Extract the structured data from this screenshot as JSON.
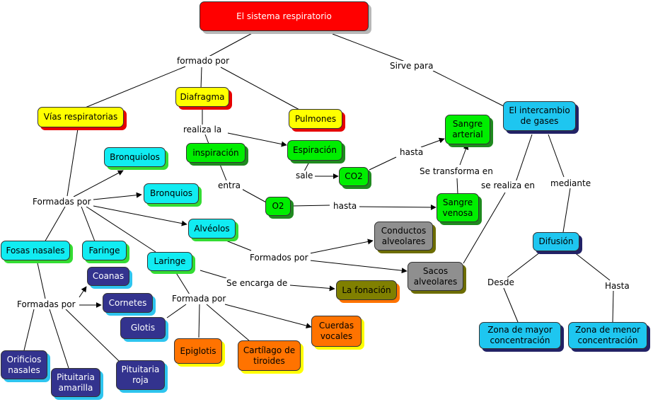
{
  "nodes": {
    "title": "El sistema respiratorio",
    "vias": "Vías respiratorias",
    "diafragma": "Diafragma",
    "pulmones": "Pulmones",
    "intercambio": "El intercambio\nde gases",
    "inspiracion": "inspiración",
    "espiracion": "Espiración",
    "sangre_arterial": "Sangre\narterial",
    "co2": "CO2",
    "o2": "O2",
    "sangre_venosa": "Sangre\nvenosa",
    "bronquiolos": "Bronquiolos",
    "bronquios": "Bronquios",
    "alveolos": "Alvéolos",
    "fosas": "Fosas nasales",
    "faringe": "Faringe",
    "laringe": "Laringe",
    "conductos": "Conductos\nalveolares",
    "sacos": "Sacos\nalveolares",
    "fonacion": "La fonación",
    "coanas": "Coanas",
    "cornetes": "Cornetes",
    "glotis": "Glotis",
    "epiglotis": "Epiglotis",
    "cartilago": "Cartílago de\ntiroides",
    "cuerdas": "Cuerdas\nvocales",
    "orificios": "Orificios\nnasales",
    "pit_amarilla": "Pituitaria\namarilla",
    "pit_roja": "Pituitaria\nroja",
    "difusion": "Difusión",
    "zona_mayor": "Zona de mayor\nconcentración",
    "zona_menor": "Zona de menor\nconcentración"
  },
  "labels": {
    "formado_por": "formado por",
    "sirve_para": "Sirve para",
    "realiza_la": "realiza la",
    "sale": "sale",
    "entra": "entra",
    "hasta_co2": "hasta",
    "hasta_o2": "hasta",
    "se_transforma": "Se transforma en",
    "se_realiza": "se realiza en",
    "mediante": "mediante",
    "formadas_por_1": "Formadas por",
    "formados_por": "Formados por",
    "se_encarga": "Se encarga de",
    "formadas_por_2": "Formadas por",
    "formada_por": "Formada por",
    "desde": "Desde",
    "hasta_dif": "Hasta"
  }
}
